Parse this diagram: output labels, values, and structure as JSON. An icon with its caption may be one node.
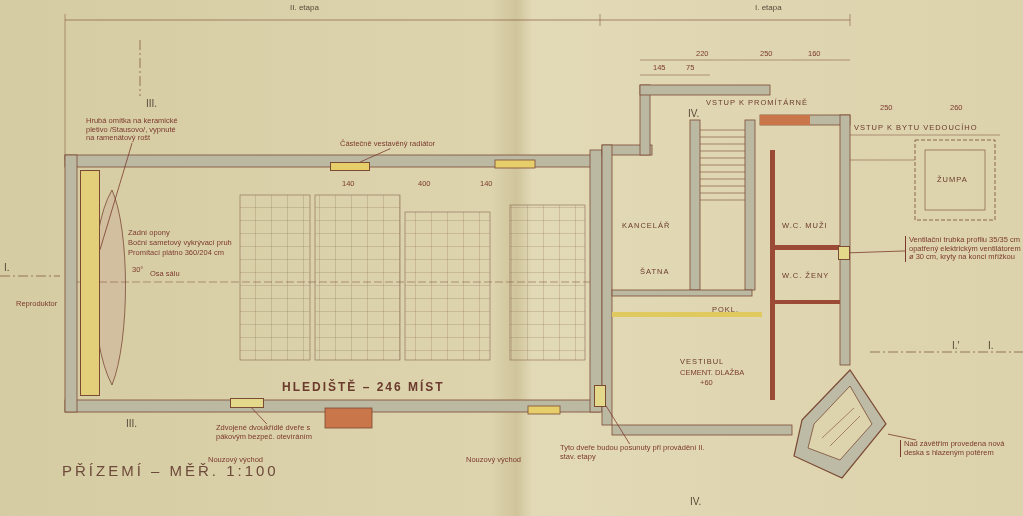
{
  "diagram": {
    "title": "PŘÍZEMÍ – MĚŘ. 1:100",
    "nodes": [
      {
        "text": [
          "Hrubá omítka na keramické pletivo /Stausovo/, vypnuté na ramenátový rošt"
        ]
      },
      {
        "text": [],
        "shape": "bar"
      },
      {
        "text": [
          "Částečně vestavěný radiátor"
        ]
      },
      {
        "text": [],
        "shape": "bar"
      },
      {
        "text": [
          "Tyto dveře budou posunuty při provádění II. stav. etapy"
        ]
      },
      {
        "text": [],
        "shape": "box"
      },
      {
        "text": [
          "Ventilační trubka profilu 35/35 cm opatřený elektrickým ventilátorem ø 30 cm, kryty na konci mřížkou"
        ]
      },
      {
        "text": [],
        "shape": "box"
      },
      {
        "text": [
          "Nad závětřím provedena nová deska s hlazeným potěrem"
        ]
      },
      {
        "text": [],
        "shape": "polygon"
      },
      {
        "text": [
          "Zdvojené dvoukřídlé dveře s pákovým bezpeč. otevíráním"
        ]
      },
      {
        "text": [],
        "shape": "box"
      }
    ],
    "edges": [
      {
        "from": 0,
        "to": 1,
        "arrow": "none"
      },
      {
        "from": 2,
        "to": 3,
        "arrow": "none"
      },
      {
        "from": 4,
        "to": 5,
        "arrow": "none"
      },
      {
        "from": 6,
        "to": 7,
        "arrow": "none"
      },
      {
        "from": 8,
        "to": 9,
        "arrow": "none"
      },
      {
        "from": 10,
        "to": 11,
        "arrow": "none"
      }
    ],
    "labels": [
      "II. etapa",
      "I. etapa",
      "Zadní opony",
      "Boční sametový vykrývací pruh",
      "Promítací plátno 360/204 cm",
      "30°",
      "Osa sálu",
      "Reproduktor",
      "HLEDIŠTĚ – 246 MÍST",
      "Nouzový východ",
      "Nouzový východ",
      "VSTUP K PROMÍTÁRNĚ",
      "VSTUP K BYTU VEDOUCÍHO",
      "ŽUMPA",
      "KANCELÁŘ",
      "ŠATNA",
      "POKL.",
      "W.C. MUŽI",
      "W.C. ŽENY",
      "VESTIBUL",
      "CEMENT. DLAŽBA",
      "+60",
      "145",
      "75",
      "220",
      "250",
      "160",
      "250",
      "260",
      "140",
      "400",
      "140",
      "III.",
      "IV.",
      "I.",
      "I.'",
      "I.",
      "III.",
      "IV."
    ]
  }
}
